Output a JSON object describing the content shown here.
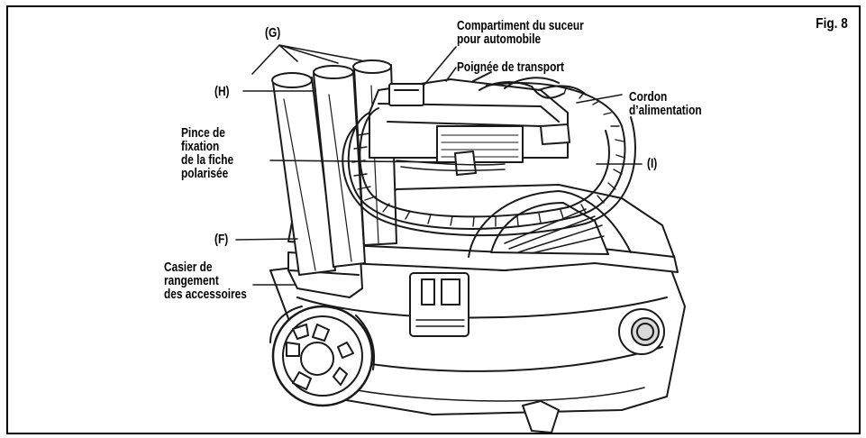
{
  "figure": {
    "number_label": "Fig. 8"
  },
  "callouts": {
    "g": "(G)",
    "h": "(H)",
    "f": "(F)",
    "i": "(I)",
    "car_nozzle_compartment": [
      "Compartiment du suceur",
      "pour automobile"
    ],
    "carry_handle": "Poignée de transport",
    "power_cord": [
      "Cordon",
      "d’alimentation"
    ],
    "polarized_plug_clip": [
      "Pince de",
      "fixation",
      "de la fiche",
      "polarisée"
    ],
    "accessory_storage": [
      "Casier de",
      "rangement",
      "des accessoires"
    ]
  }
}
